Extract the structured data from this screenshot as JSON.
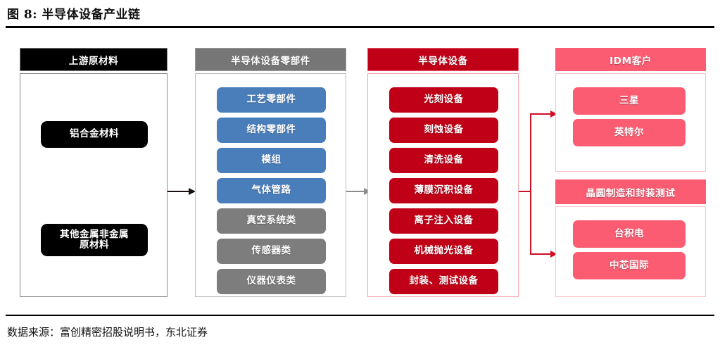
{
  "figure": {
    "title": "图 8:  半导体设备产业链",
    "source": "数据来源：富创精密招股说明书，东北证券"
  },
  "colors": {
    "upstream": "#000000",
    "components": "#767676",
    "components_accent": "#4a7ebb",
    "equipment": "#c00016",
    "customers": "#fb5c72"
  },
  "columns": [
    {
      "key": "upstream",
      "header": "上游原材料",
      "items": [
        {
          "label": "铝合金材料"
        },
        {
          "label": "其他金属非金属\n原材料"
        }
      ]
    },
    {
      "key": "components",
      "header": "半导体设备零部件",
      "items": [
        {
          "label": "工艺零部件",
          "tone": "blue"
        },
        {
          "label": "结构零部件",
          "tone": "blue"
        },
        {
          "label": "模组",
          "tone": "blue"
        },
        {
          "label": "气体管路",
          "tone": "blue"
        },
        {
          "label": "真空系统类",
          "tone": "gray"
        },
        {
          "label": "传感器类",
          "tone": "gray"
        },
        {
          "label": "仪器仪表类",
          "tone": "gray"
        }
      ]
    },
    {
      "key": "equipment",
      "header": "半导体设备",
      "items": [
        {
          "label": "光刻设备"
        },
        {
          "label": "刻蚀设备"
        },
        {
          "label": "清洗设备"
        },
        {
          "label": "薄膜沉积设备"
        },
        {
          "label": "离子注入设备"
        },
        {
          "label": "机械抛光设备"
        },
        {
          "label": "封装、测试设备"
        }
      ]
    }
  ],
  "customer_groups": [
    {
      "key": "idm",
      "header": "IDM客户",
      "items": [
        {
          "label": "三星"
        },
        {
          "label": "英特尔"
        }
      ]
    },
    {
      "key": "foundry",
      "header": "晶圆制造和封装测试",
      "items": [
        {
          "label": "台积电"
        },
        {
          "label": "中芯国际"
        }
      ]
    }
  ],
  "connectors": [
    {
      "name": "upstream-to-components",
      "color": "#1a1010"
    },
    {
      "name": "components-to-equipment",
      "color": "#8c8c8c"
    },
    {
      "name": "equipment-to-customers",
      "color": "#cf1026"
    }
  ]
}
